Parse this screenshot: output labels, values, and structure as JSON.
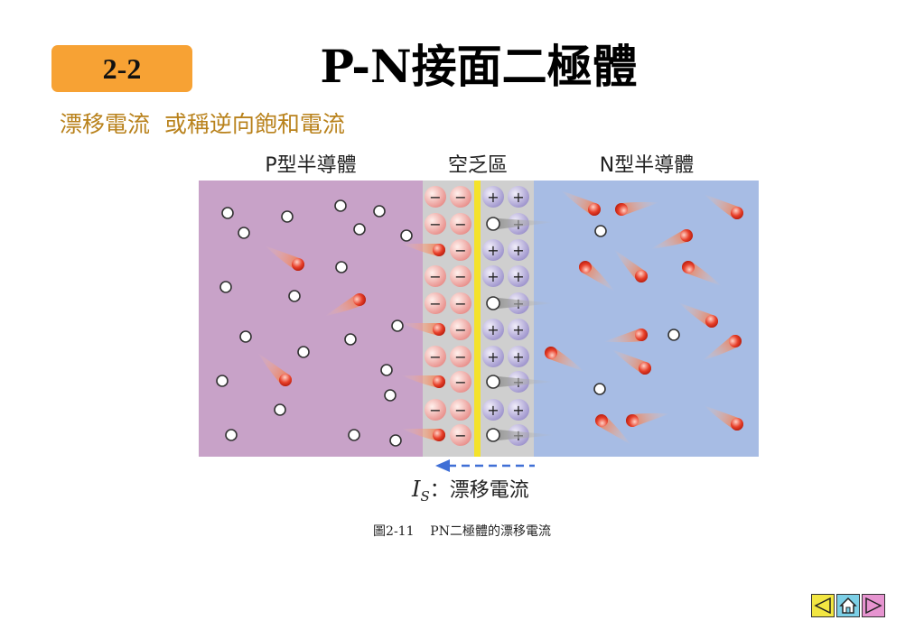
{
  "header": {
    "section": "2-2",
    "title": "P-N接面二極體",
    "subtitle": "漂移電流  或稱逆向飽和電流"
  },
  "figure": {
    "p_label": "P型半導體",
    "depletion_label": "空乏區",
    "n_label": "N型半導體",
    "current_symbol": "I",
    "current_subscript": "S",
    "current_text": "：漂移電流",
    "negative_ion_sign": "−",
    "positive_ion_sign": "+",
    "colors": {
      "p_region": "#c8a2c8",
      "n_region": "#a7bce4",
      "depletion": "#cfcfcf",
      "junction": "#f4e22a",
      "current_arrow": "#3f6fd6"
    }
  },
  "caption": "圖2-11    PN二極體的漂移電流",
  "nav": {
    "prev_icon": "triangle-left-icon",
    "home_icon": "home-icon",
    "next_icon": "triangle-right-icon"
  }
}
